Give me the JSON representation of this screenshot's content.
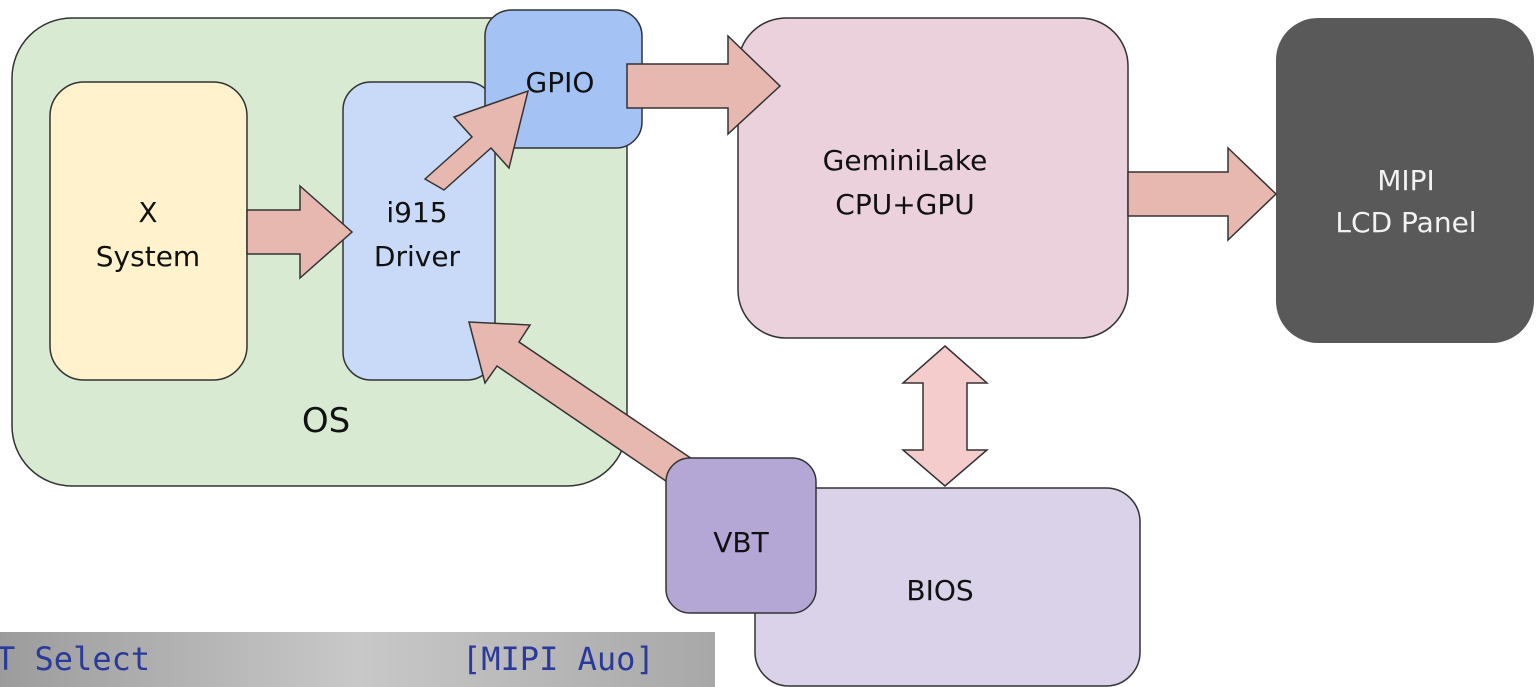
{
  "nodes": {
    "os": {
      "label": "OS",
      "color": "#d9ead3"
    },
    "x_system": {
      "line1": "X",
      "line2": "System",
      "color": "#fff2cc"
    },
    "i915_driver": {
      "line1": "i915",
      "line2": "Driver",
      "color": "#c9daf8"
    },
    "gpio": {
      "label": "GPIO",
      "color": "#a4c2f4"
    },
    "geminilake": {
      "line1": "GeminiLake",
      "line2": "CPU+GPU",
      "color": "#ead1dc"
    },
    "mipi_panel": {
      "line1": "MIPI",
      "line2": "LCD Panel",
      "color": "#595959"
    },
    "vbt": {
      "label": "VBT",
      "color": "#b4a7d6"
    },
    "bios": {
      "label": "BIOS",
      "color": "#d9d2e9"
    }
  },
  "arrow_color": "#e6b8af",
  "bios_setting": {
    "name": "T Select",
    "value": "[MIPI Auo]"
  }
}
